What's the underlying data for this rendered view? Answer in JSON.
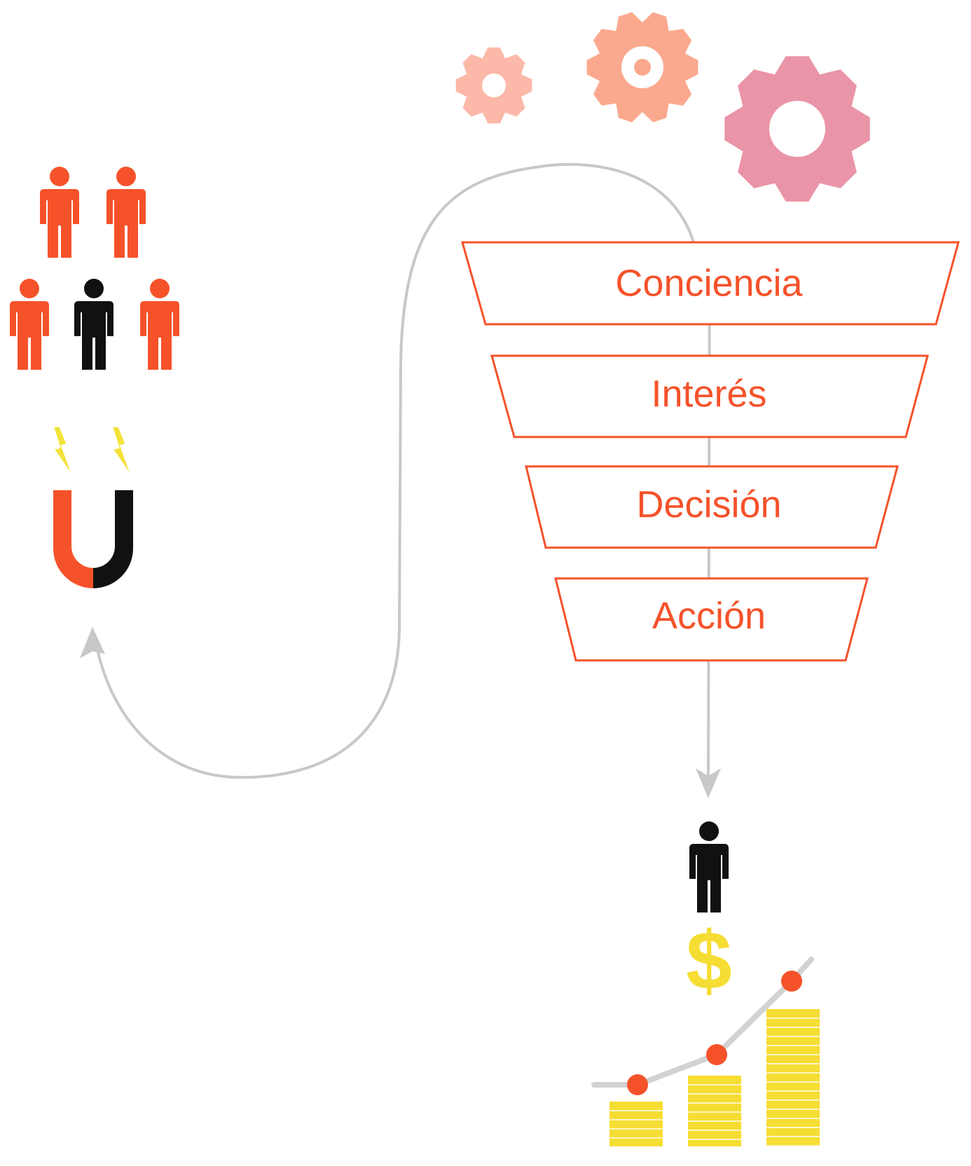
{
  "funnel": {
    "stages": [
      {
        "label": "Conciencia"
      },
      {
        "label": "Interés"
      },
      {
        "label": "Decisión"
      },
      {
        "label": "Acción"
      }
    ]
  },
  "result": {
    "currency_symbol": "$"
  },
  "icons": {
    "audience": "people-group-icon",
    "attraction": "magnet-icon",
    "process": "gears-icon",
    "customer": "person-icon",
    "revenue": "growth-chart-icon"
  },
  "colors": {
    "accent": "#f5522a",
    "person_dark": "#111111",
    "lightning": "#f4e23b",
    "coin": "#f6dd33",
    "gear_light": "#fcb8a8",
    "gear_mid": "#fba98e",
    "gear_pink": "#ea95a7",
    "connector": "#c8c8c8"
  }
}
